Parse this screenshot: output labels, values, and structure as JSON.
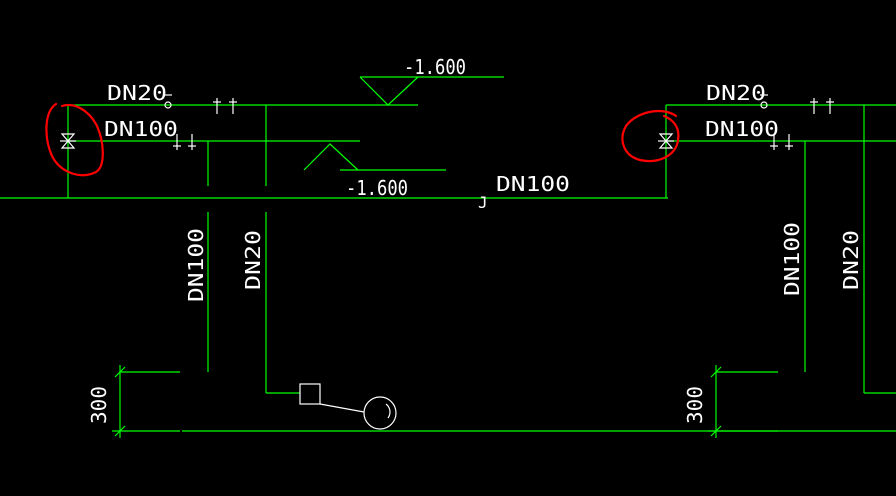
{
  "colors": {
    "background": "#000000",
    "pipe": "#00ff00",
    "text": "#ffffff",
    "symbol": "#ffffff",
    "markup": "#ff0000"
  },
  "labels": {
    "dn20_top_left": "DN20",
    "dn100_top_left": "DN100",
    "elev_top": "-1.600",
    "elev_bottom": "-1.600",
    "dn100_main": "DN100",
    "main_tag": "J",
    "dn20_top_right": "DN20",
    "dn100_top_right": "DN100",
    "dn100_vert_left": "DN100",
    "dn20_vert_left": "DN20",
    "dn100_vert_right": "DN100",
    "dn20_vert_right": "DN20",
    "dim_left": "300",
    "dim_right": "300"
  },
  "icons": {
    "valve": "gate-valve-icon",
    "float": "float-ball-icon",
    "elevation": "elevation-triangle-icon"
  }
}
